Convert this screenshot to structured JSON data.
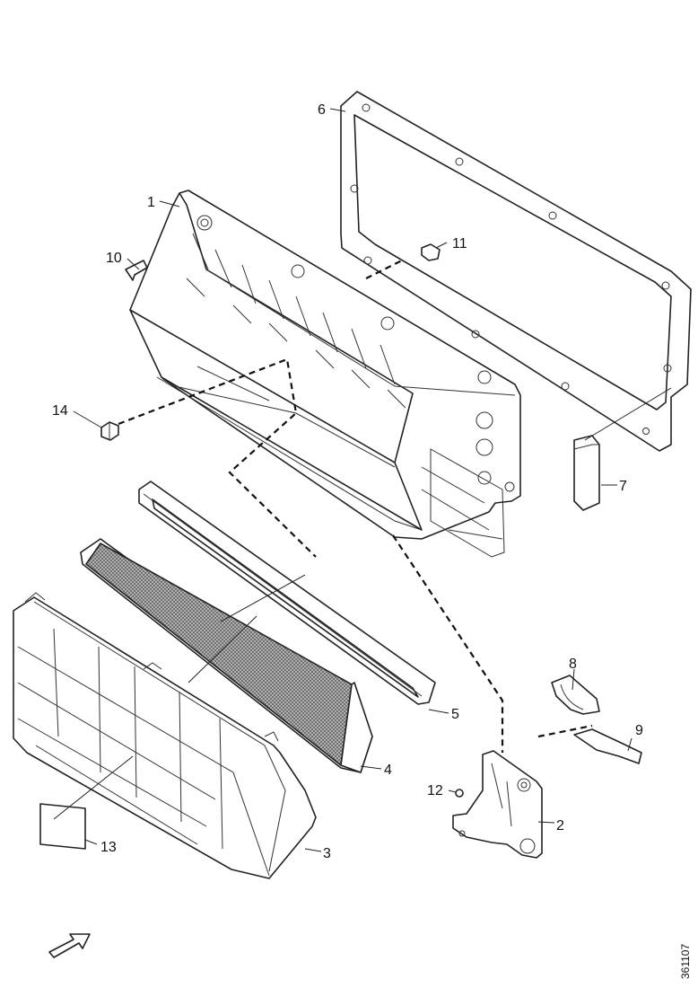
{
  "callouts": {
    "c1": "1",
    "c2": "2",
    "c3": "3",
    "c4": "4",
    "c5": "5",
    "c6": "6",
    "c7": "7",
    "c8": "8",
    "c9": "9",
    "c10": "10",
    "c11": "11",
    "c12": "12",
    "c13": "13",
    "c14": "14"
  },
  "document_number": "361107",
  "colors": {
    "line": "#222222",
    "background": "#ffffff"
  },
  "icons": {
    "direction": "arrow-icon"
  }
}
